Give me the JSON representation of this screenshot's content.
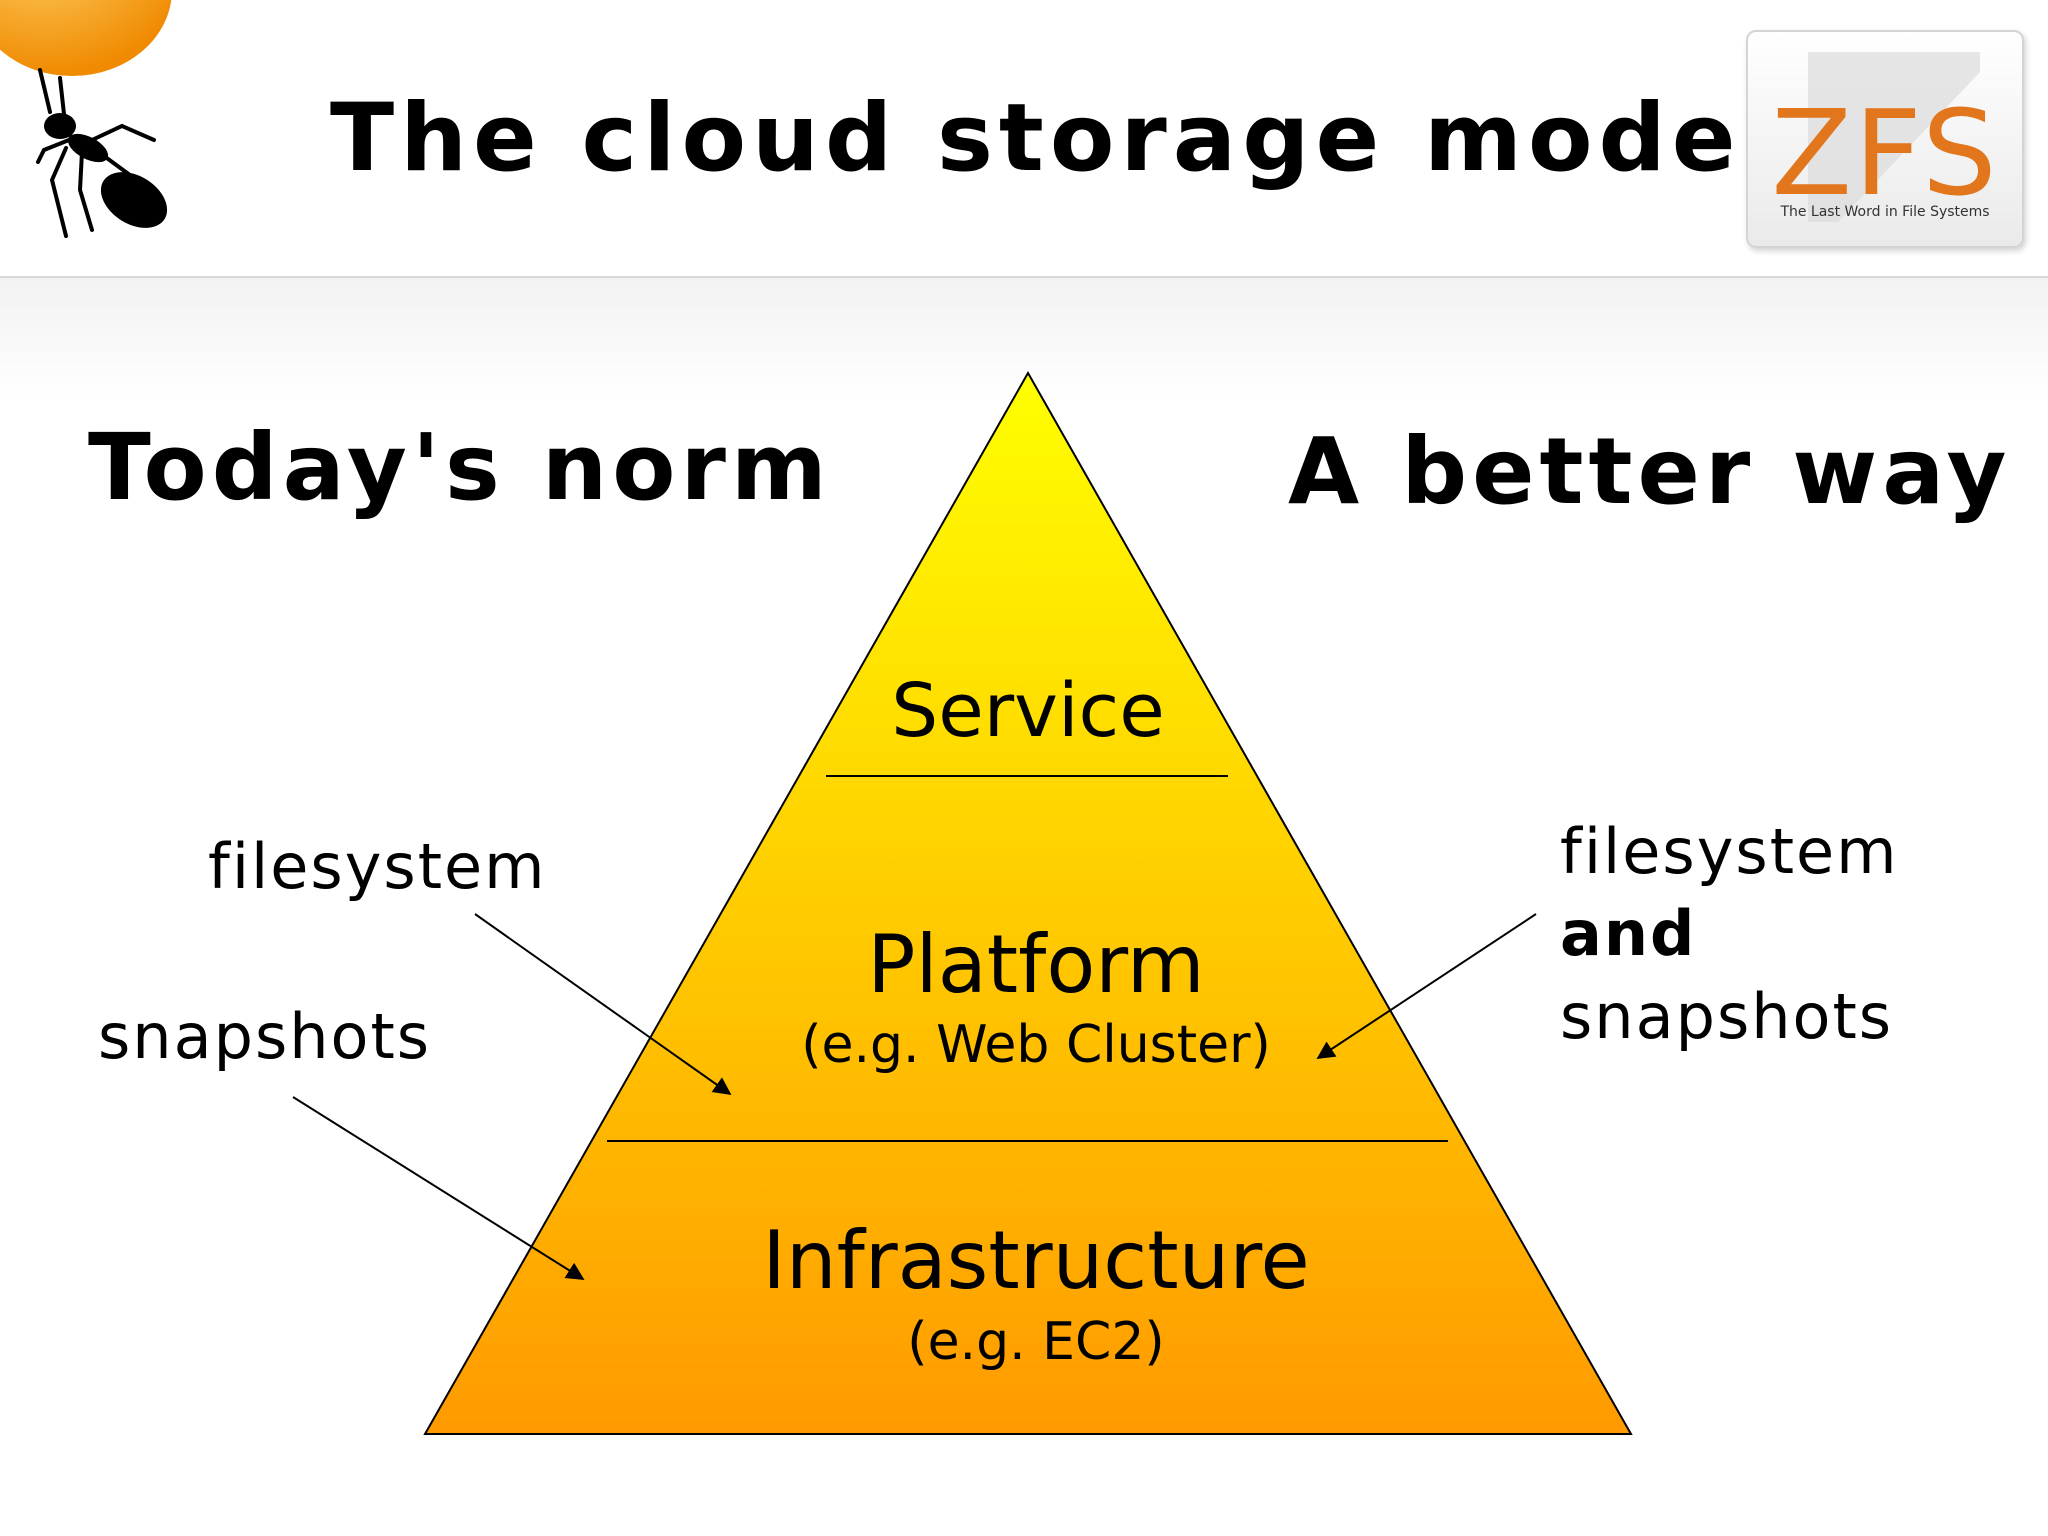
{
  "slide": {
    "title": "The cloud storage model",
    "left_heading": "Today's norm",
    "right_heading": "A better way"
  },
  "logo": {
    "wordmark": "ZFS",
    "tagline": "The Last Word in File Systems",
    "color": "#e2761d"
  },
  "decorations": {
    "sun_icon": "sun-icon",
    "ant_icon": "ant-icon",
    "sun_color": "#f7a21b"
  },
  "pyramid": {
    "fill_top": "#ffff00",
    "fill_bottom": "#ff9a00",
    "tiers": [
      {
        "label": "Service",
        "sub": ""
      },
      {
        "label": "Platform",
        "sub": "(e.g. Web Cluster)"
      },
      {
        "label": "Infrastructure",
        "sub": "(e.g. EC2)"
      }
    ]
  },
  "annotations": {
    "left": [
      "filesystem",
      "snapshots"
    ],
    "right": {
      "line1": "filesystem",
      "line2": "and",
      "line3": "snapshots"
    }
  }
}
